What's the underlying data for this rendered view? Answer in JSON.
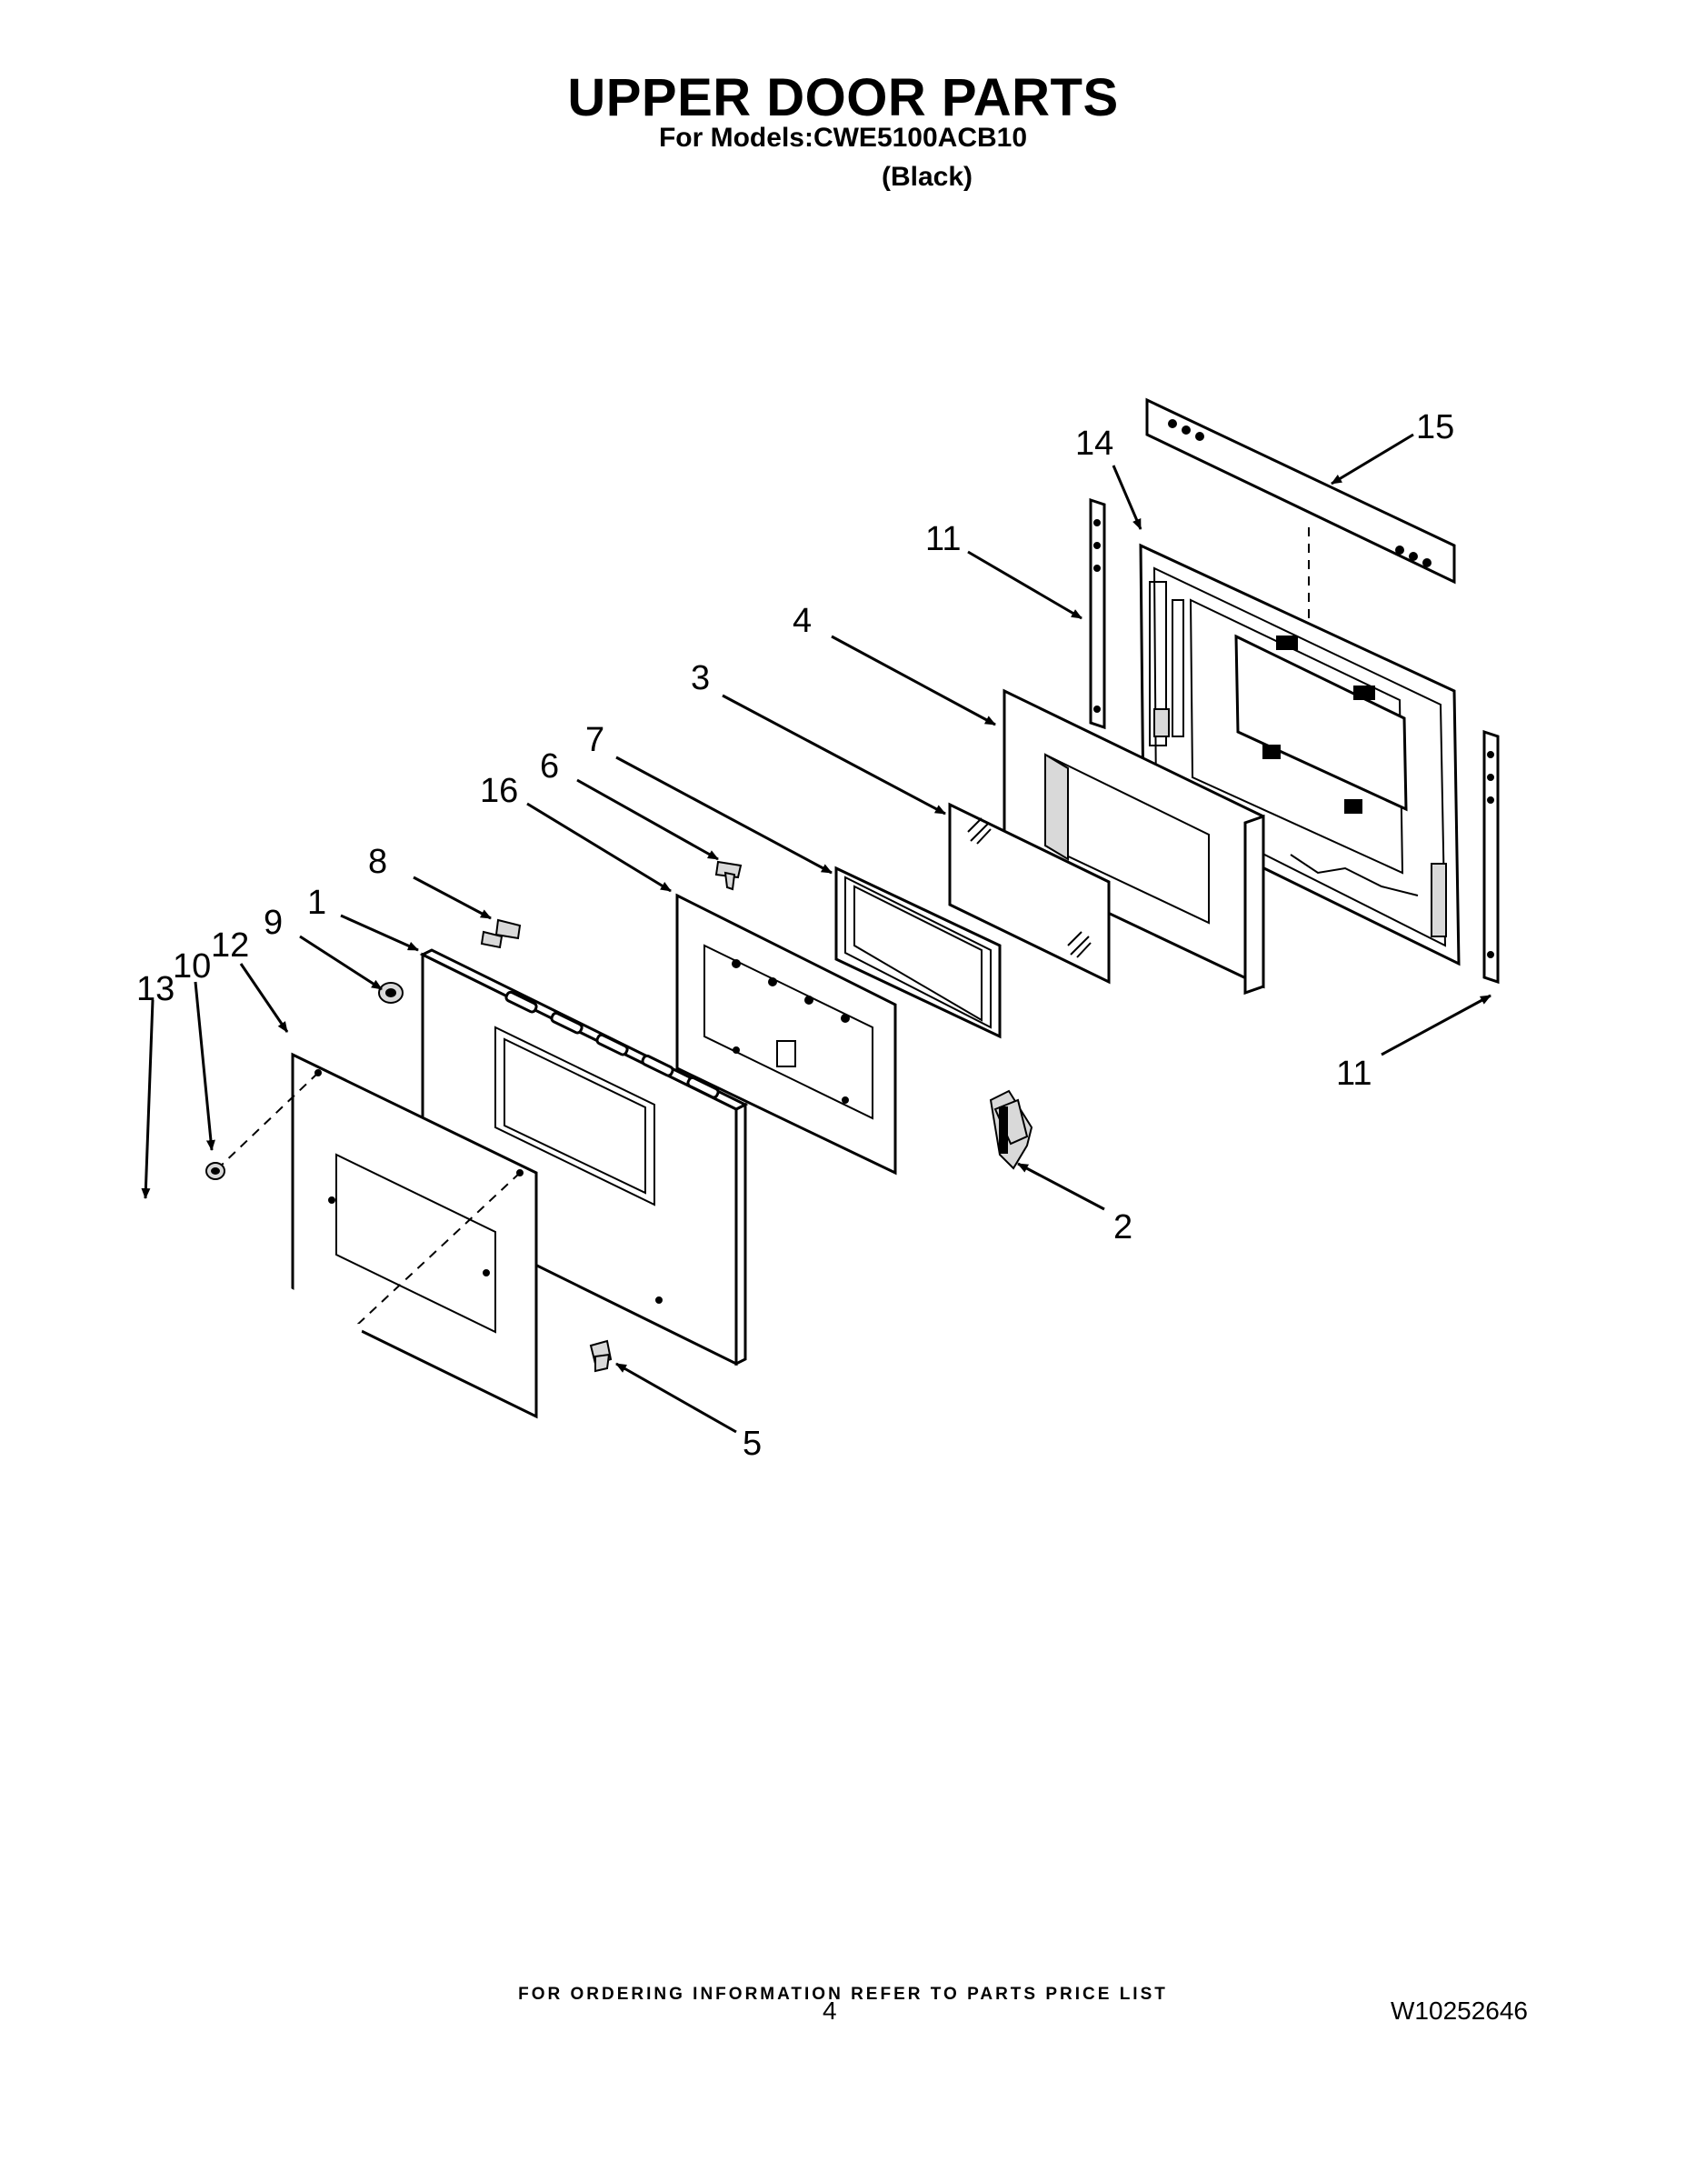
{
  "header": {
    "title": "UPPER DOOR PARTS",
    "subtitle": "For Models:CWE5100ACB10",
    "variant": "(Black)"
  },
  "callouts": {
    "c1": "1",
    "c2": "2",
    "c3": "3",
    "c4": "4",
    "c5": "5",
    "c6": "6",
    "c7": "7",
    "c8": "8",
    "c9": "9",
    "c10": "10",
    "c11a": "11",
    "c11b": "11",
    "c12": "12",
    "c13": "13",
    "c14": "14",
    "c15": "15",
    "c16": "16"
  },
  "footer": {
    "note": "FOR ORDERING INFORMATION REFER TO PARTS PRICE LIST",
    "page_number": "4",
    "doc_number": "W10252646"
  }
}
